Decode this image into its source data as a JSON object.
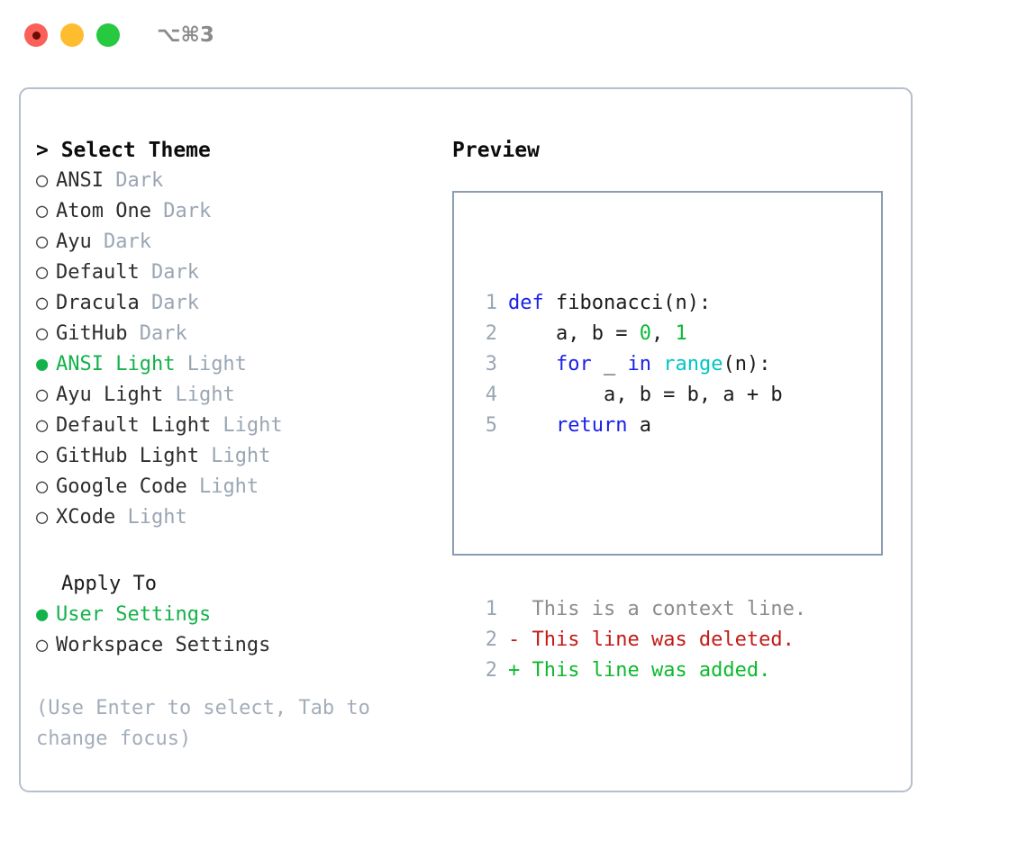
{
  "titlebar": {
    "shortcut": "⌥⌘3",
    "lights": [
      {
        "name": "close",
        "color": "#fb6059"
      },
      {
        "name": "minimize",
        "color": "#fdbd2e"
      },
      {
        "name": "maximize",
        "color": "#27c93f"
      }
    ]
  },
  "theme_picker": {
    "heading": "> Select Theme",
    "options": [
      {
        "bullet": "○",
        "name": "ANSI",
        "kind": " Dark",
        "selected": false
      },
      {
        "bullet": "○",
        "name": "Atom One",
        "kind": " Dark",
        "selected": false
      },
      {
        "bullet": "○",
        "name": "Ayu",
        "kind": " Dark",
        "selected": false
      },
      {
        "bullet": "○",
        "name": "Default",
        "kind": " Dark",
        "selected": false
      },
      {
        "bullet": "○",
        "name": "Dracula",
        "kind": " Dark",
        "selected": false
      },
      {
        "bullet": "○",
        "name": "GitHub",
        "kind": " Dark",
        "selected": false
      },
      {
        "bullet": "●",
        "name": "ANSI Light",
        "kind": " Light",
        "selected": true
      },
      {
        "bullet": "○",
        "name": "Ayu Light",
        "kind": " Light",
        "selected": false
      },
      {
        "bullet": "○",
        "name": "Default Light",
        "kind": " Light",
        "selected": false
      },
      {
        "bullet": "○",
        "name": "GitHub Light",
        "kind": " Light",
        "selected": false
      },
      {
        "bullet": "○",
        "name": "Google Code",
        "kind": " Light",
        "selected": false
      },
      {
        "bullet": "○",
        "name": "XCode",
        "kind": " Light",
        "selected": false
      }
    ]
  },
  "apply_to": {
    "label": "Apply To",
    "options": [
      {
        "bullet": "●",
        "name": "User Settings",
        "selected": true
      },
      {
        "bullet": "○",
        "name": "Workspace Settings",
        "selected": false
      }
    ]
  },
  "hint": "(Use Enter to select, Tab to change focus)",
  "preview": {
    "title": "Preview",
    "code_lines": [
      {
        "num": "1",
        "tokens": [
          {
            "t": "def",
            "c": "kw"
          },
          {
            "t": " fibonacci(n):",
            "c": "plain"
          }
        ]
      },
      {
        "num": "2",
        "tokens": [
          {
            "t": "    a, b = ",
            "c": "plain"
          },
          {
            "t": "0",
            "c": "num"
          },
          {
            "t": ", ",
            "c": "plain"
          },
          {
            "t": "1",
            "c": "num"
          }
        ]
      },
      {
        "num": "3",
        "tokens": [
          {
            "t": "    ",
            "c": "plain"
          },
          {
            "t": "for",
            "c": "kw"
          },
          {
            "t": " _ ",
            "c": "plain"
          },
          {
            "t": "in",
            "c": "kw"
          },
          {
            "t": " ",
            "c": "plain"
          },
          {
            "t": "range",
            "c": "fn"
          },
          {
            "t": "(n):",
            "c": "plain"
          }
        ]
      },
      {
        "num": "4",
        "tokens": [
          {
            "t": "        a, b = b, a + b",
            "c": "plain"
          }
        ]
      },
      {
        "num": "5",
        "tokens": [
          {
            "t": "    ",
            "c": "plain"
          },
          {
            "t": "return",
            "c": "kw"
          },
          {
            "t": " a",
            "c": "plain"
          }
        ]
      }
    ],
    "diff_lines": [
      {
        "num": "1",
        "marker": "  ",
        "text": "This is a context line.",
        "kind": "ctx"
      },
      {
        "num": "2",
        "marker": "- ",
        "text": "This line was deleted.",
        "kind": "del"
      },
      {
        "num": "2",
        "marker": "+ ",
        "text": "This line was added.",
        "kind": "add"
      }
    ]
  },
  "colors": {
    "accent_green": "#13b24a",
    "muted_gray": "#9aa6b4",
    "border": "#b6bfca",
    "preview_border": "#8d9daf",
    "keyword_blue": "#1a20e8",
    "number_green": "#0bb938",
    "function_cyan": "#00c5c5",
    "diff_delete": "#c21b17",
    "diff_add": "#0cb92e"
  }
}
